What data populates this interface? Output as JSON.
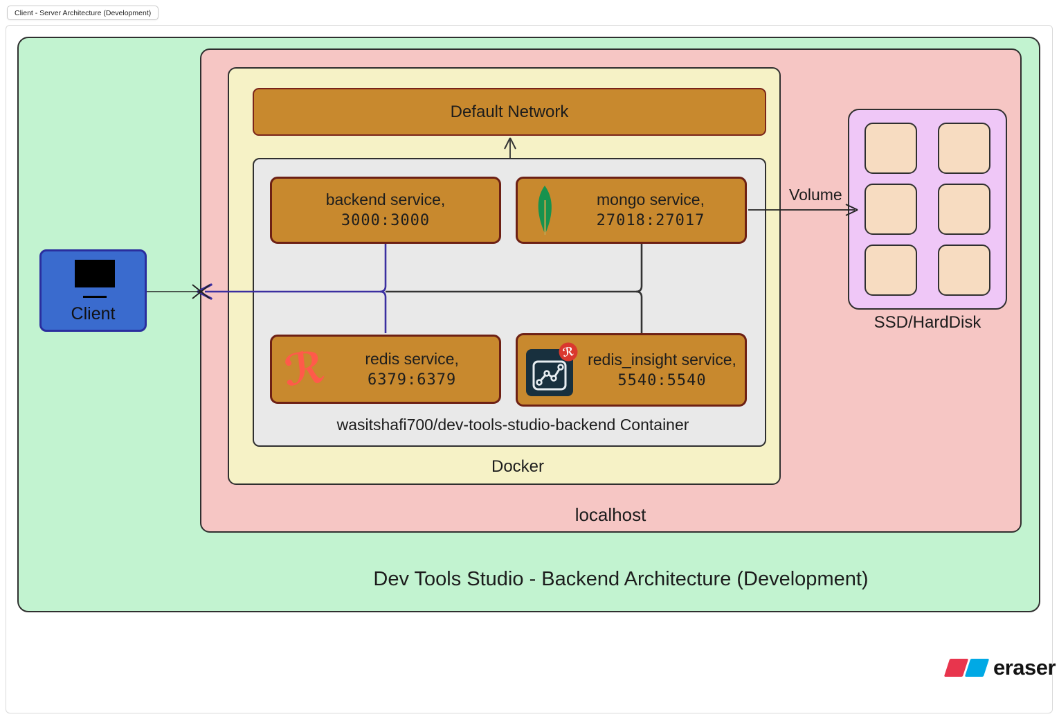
{
  "tab": {
    "title": "Client - Server Architecture (Development)"
  },
  "diagram": {
    "title": "Dev Tools Studio - Backend Architecture (Development)",
    "localhost_label": "localhost",
    "docker_label": "Docker",
    "network_label": "Default Network",
    "container_label": "wasitshafi700/dev-tools-studio-backend Container",
    "client": {
      "label": "Client"
    },
    "storage": {
      "label": "SSD/HardDisk",
      "disk_cell_count": 6
    },
    "volume_label": "Volume",
    "services": [
      {
        "name": "backend",
        "label": "backend service,",
        "ports": "3000:3000",
        "icon": "none"
      },
      {
        "name": "mongo",
        "label": "mongo service,",
        "ports": "27018:27017",
        "icon": "mongodb-leaf-icon"
      },
      {
        "name": "redis",
        "label": "redis service,",
        "ports": "6379:6379",
        "icon": "redis-icon"
      },
      {
        "name": "redis_insight",
        "label": "redis_insight service,",
        "ports": "5540:5540",
        "icon": "redis-insight-icon"
      }
    ]
  },
  "branding": {
    "logo_text": "eraser"
  },
  "colors": {
    "canvas_green": "#c2f3d0",
    "localhost_pink": "#f6c6c4",
    "docker_yellow": "#f6f2c6",
    "container_gray": "#e9e9e9",
    "service_orange": "#c8892e",
    "service_border": "#6d2014",
    "client_blue": "#3a6bce",
    "client_border": "#2a2e9e",
    "storage_purple": "#efc7f7",
    "disk_peach": "#f7dcc1",
    "connector_purple": "#3b2fa0",
    "connector_dark": "#333333",
    "redis_red": "#ff5a4a",
    "mongo_green": "#17924e",
    "eraser_red": "#e8354d",
    "eraser_blue": "#00a9e5"
  }
}
